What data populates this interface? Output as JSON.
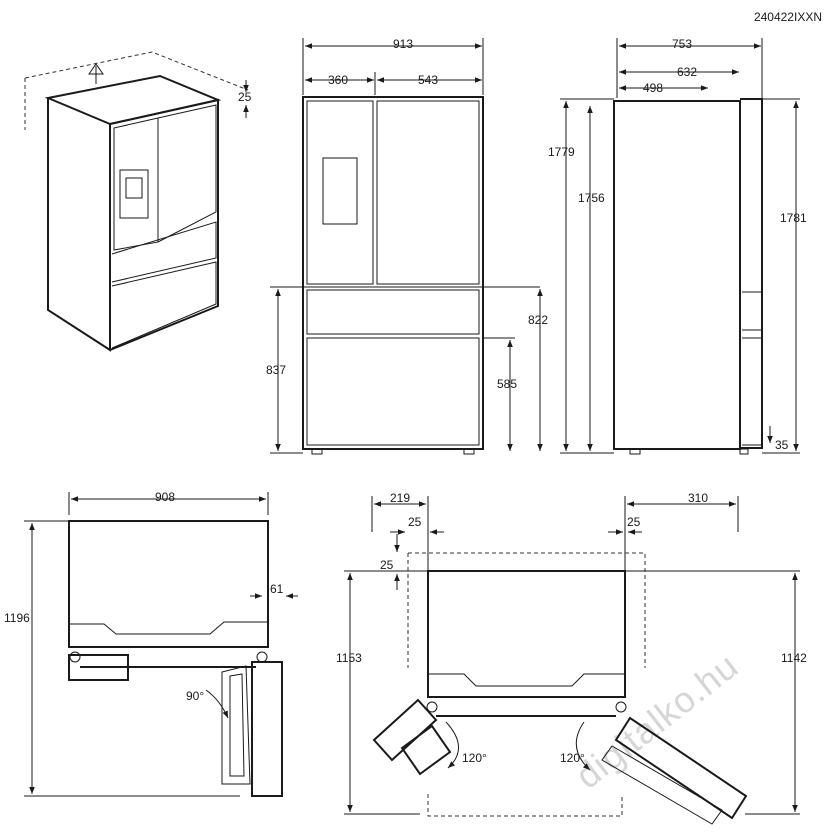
{
  "ref_code": "240422IXXN",
  "watermark": "digitalko.hu",
  "perspective": {
    "depth_clearance": "25"
  },
  "front": {
    "width": "913",
    "left_door": "360",
    "right_door": "543",
    "drawers_height": "837",
    "upper_drawer": "822",
    "lower_drawer": "585"
  },
  "side": {
    "depth_total": "753",
    "depth_cabinet": "632",
    "depth_body": "498",
    "height_1779": "1779",
    "height_1756": "1756",
    "height_1781": "1781",
    "foot": "35"
  },
  "top_view_90": {
    "width": "908",
    "depth": "1196",
    "side_gap": "61",
    "angle": "90°"
  },
  "top_view_120": {
    "left_offset": "219",
    "right_offset": "310",
    "gap_left": "25",
    "gap_right": "25",
    "gap_back": "25",
    "depth_left": "1153",
    "depth_right": "1142",
    "angle_left": "120°",
    "angle_right": "120°"
  }
}
